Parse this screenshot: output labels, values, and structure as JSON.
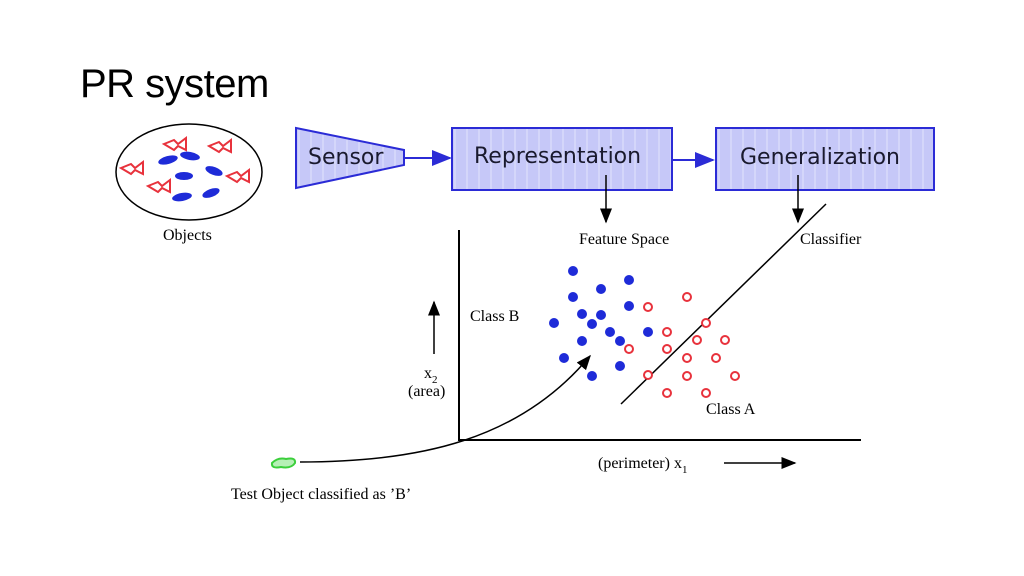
{
  "slide": {
    "title": "PR system"
  },
  "pipeline": {
    "sensor_label": "Sensor",
    "representation_label": "Representation",
    "generalization_label": "Generalization",
    "objects_caption": "Objects"
  },
  "plot": {
    "feature_space_label": "Feature Space",
    "classifier_label": "Classifier",
    "class_b_label": "Class B",
    "class_a_label": "Class A",
    "y_axis_var": "x",
    "y_axis_sub": "2",
    "y_axis_desc": "(area)",
    "x_axis_desc": "(perimeter) x",
    "x_axis_sub": "1",
    "test_caption": "Test Object classified as ’B’"
  },
  "colors": {
    "box_fill": "#c6c8f8",
    "box_stroke": "#2b2bd6",
    "class_b": "#1e2bd8",
    "class_a": "#e8323c",
    "test_object": "#3ccf3c"
  }
}
